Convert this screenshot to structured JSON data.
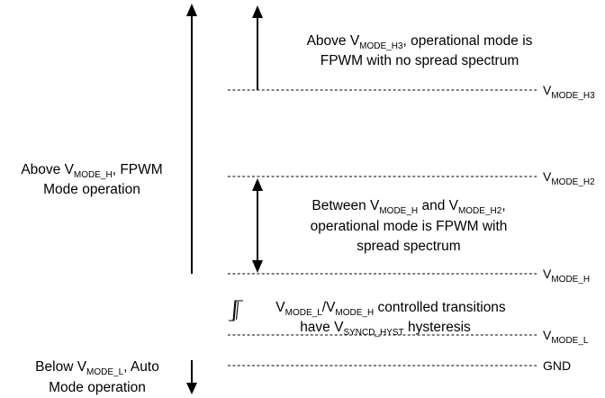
{
  "levels": {
    "h3": {
      "base": "V",
      "sub": "MODE_H3"
    },
    "h2": {
      "base": "V",
      "sub": "MODE_H2"
    },
    "h": {
      "base": "V",
      "sub": "MODE_H"
    },
    "l": {
      "base": "V",
      "sub": "MODE_L"
    },
    "gnd": "GND"
  },
  "left_labels": {
    "fpwm": {
      "line1_pre": "Above V",
      "line1_sub": "MODE_H",
      "line1_post": ", FPWM",
      "line2": "Mode operation"
    },
    "auto": {
      "line1_pre": "Below V",
      "line1_sub": "MODE_L",
      "line1_post": ", Auto",
      "line2": "Mode operation"
    }
  },
  "regions": {
    "top": {
      "line1_pre": "Above V",
      "line1_sub": "MODE_H3",
      "line1_post": ", operational mode is",
      "line2": "FPWM with no spread spectrum"
    },
    "middle": {
      "line1_pre": "Between V",
      "line1_sub": "MODE_H",
      "line1_mid": " and V",
      "line1_sub2": "MODE_H2",
      "line1_post": ",",
      "line2": "operational mode is FPWM with",
      "line3": "spread spectrum"
    },
    "hysteresis": {
      "icon": "hysteresis-icon",
      "line1_pre": "V",
      "line1_sub": "MODE_L",
      "line1_mid": "/V",
      "line1_sub2": "MODE_H",
      "line1_post": " controlled transitions",
      "line2_pre": "have V",
      "line2_sub": "SYNCD_HYST",
      "line2_post": " hysteresis"
    }
  }
}
